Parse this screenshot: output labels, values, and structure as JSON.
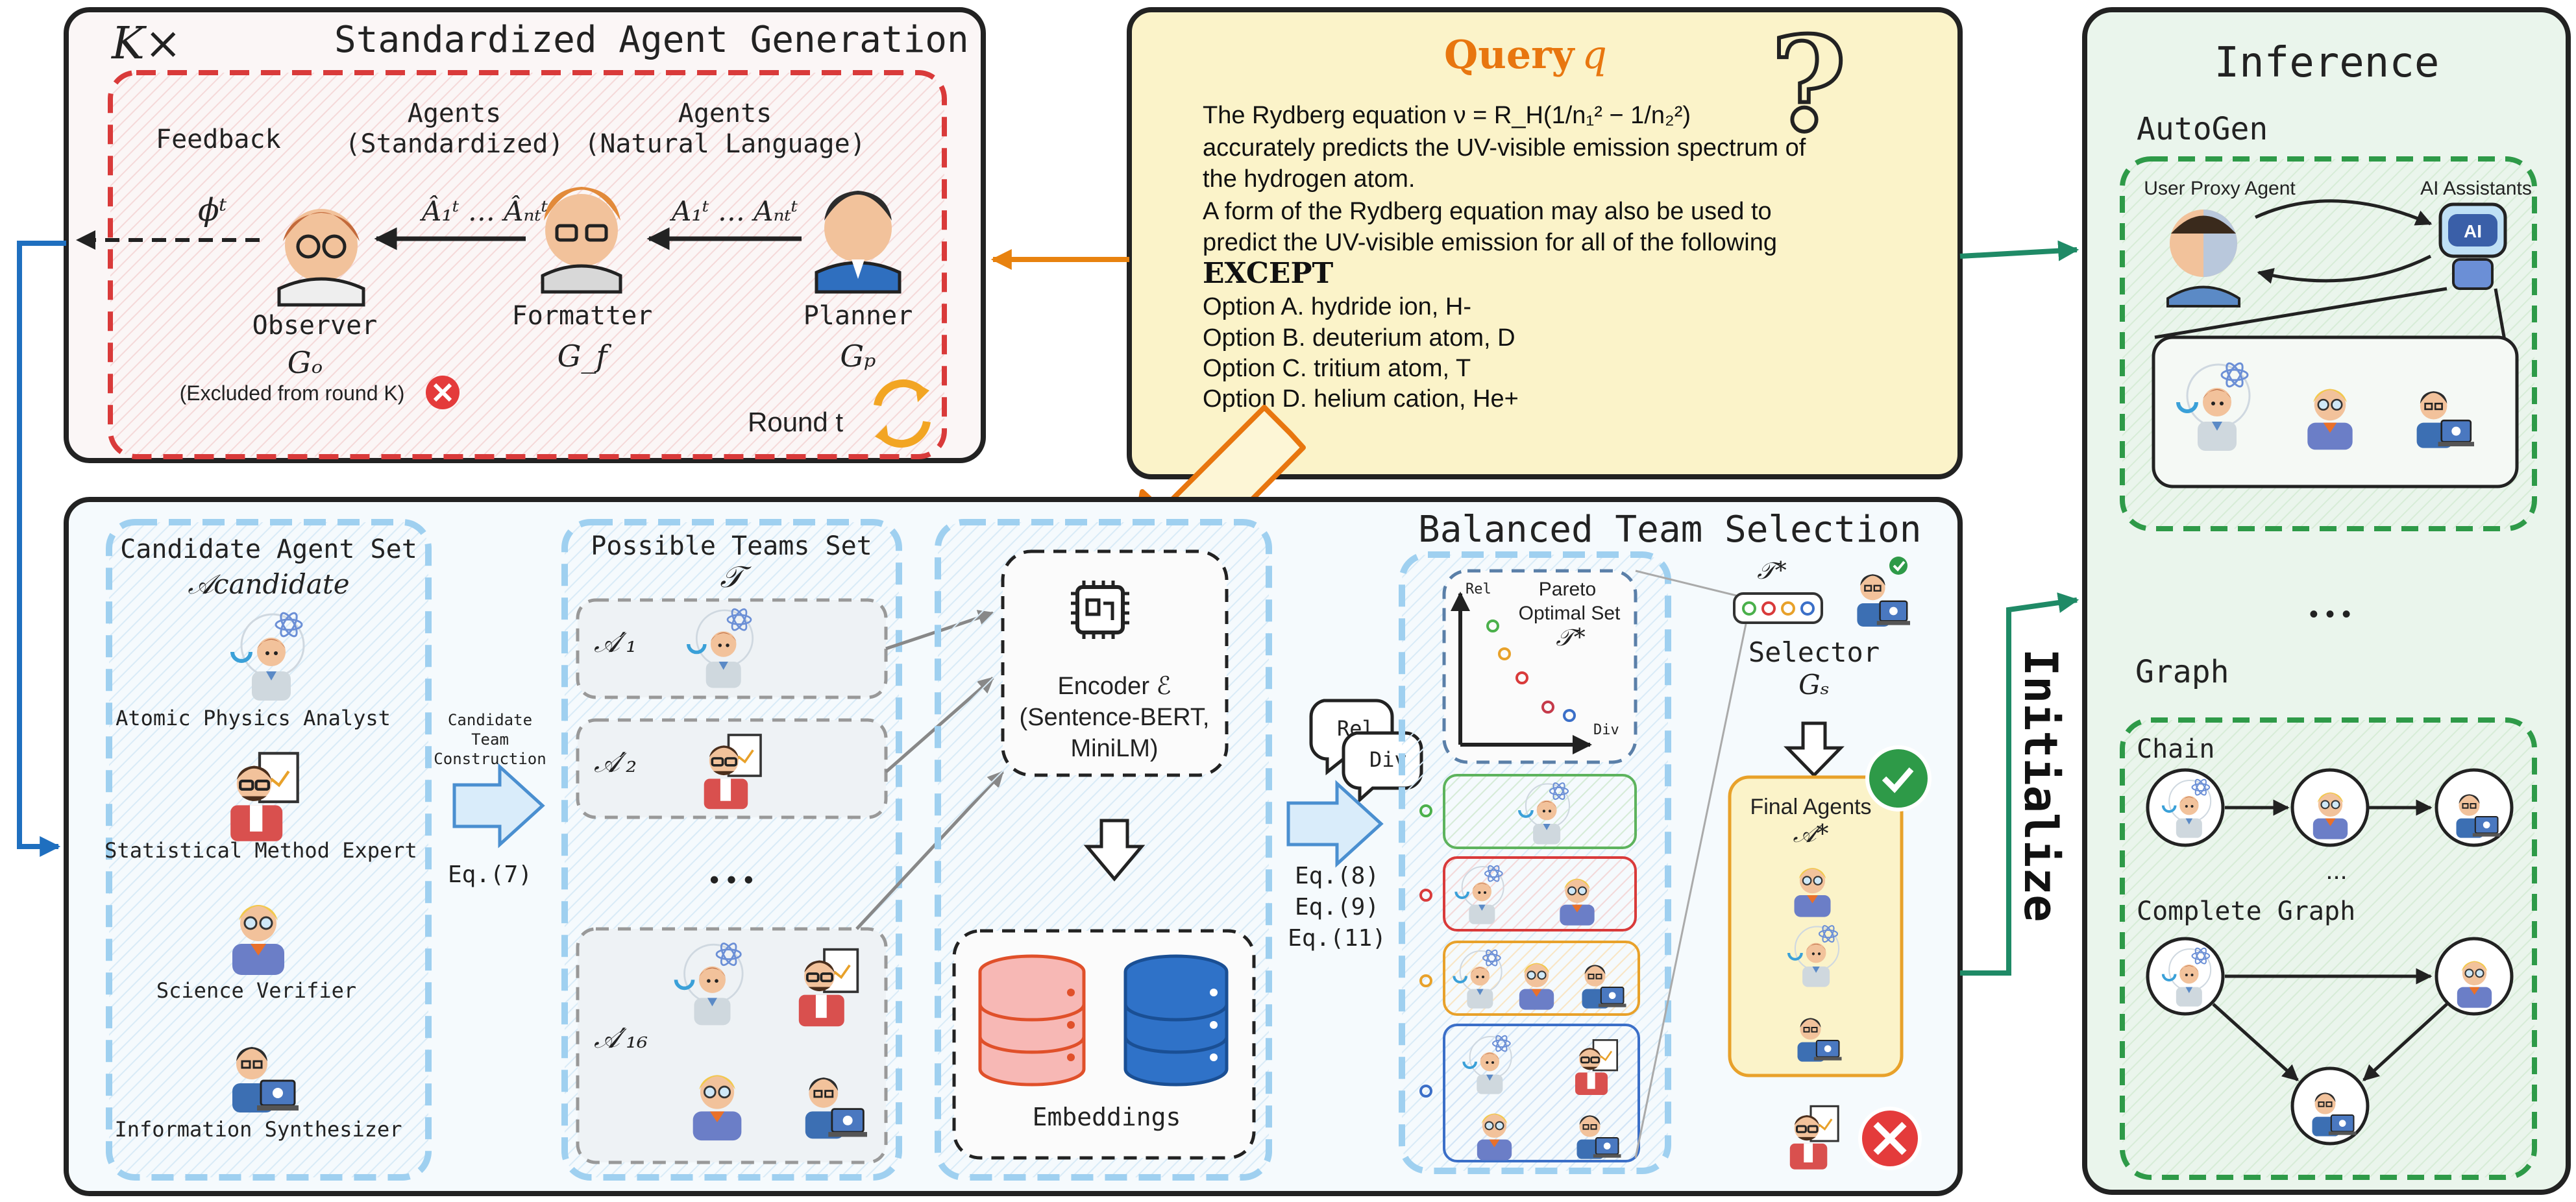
{
  "top_panel": {
    "k_label": "K×",
    "title": "Standardized Agent Generation",
    "feedback": "Feedback",
    "phi": "ϕᵗ",
    "agents_std_line1": "Agents",
    "agents_std_line2": "(Standardized)",
    "agents_nl_line1": "Agents",
    "agents_nl_line2": "(Natural Language)",
    "arrow_std": "Â₁ᵗ … Âₙₜᵗ",
    "arrow_nl": "A₁ᵗ … Aₙₜᵗ",
    "observer": "Observer",
    "observer_g": "Gₒ",
    "observer_note": "(Excluded from round K)",
    "formatter": "Formatter",
    "formatter_g": "G_f",
    "planner": "Planner",
    "planner_g": "Gₚ",
    "round": "Round t"
  },
  "query": {
    "title": "Query",
    "title_var": "q",
    "line1": "The Rydberg equation ν = R_H(1/n₁² − 1/n₂²)",
    "line2": "accurately predicts the UV-visible emission spectrum of",
    "line3": "the hydrogen atom.",
    "line4": "A form of the Rydberg equation may also be used to",
    "line5": "predict the UV-visible emission for all of the following",
    "except": "EXCEPT",
    "options": [
      "Option A. hydride ion, H-",
      "Option B. deuterium atom, D",
      "Option C. tritium atom, T",
      "Option D. helium cation, He+"
    ]
  },
  "bottom_panel": {
    "title": "Balanced Team Selection",
    "candidate_title": "Candidate Agent Set",
    "candidate_symbol": "𝒜candidate",
    "agents": [
      "Atomic Physics Analyst",
      "Statistical Method Expert",
      "Science Verifier",
      "Information Synthesizer"
    ],
    "construction_line1": "Candidate",
    "construction_line2": "Team",
    "construction_line3": "Construction",
    "eq7": "Eq.(7)",
    "teams_title": "Possible Teams Set",
    "teams_symbol": "𝒯",
    "team1": "𝒜′₁",
    "team2": "𝒜′₂",
    "team_dots": "• • •",
    "team16": "𝒜′₁₆",
    "encoder_line1": "Encoder ℰ",
    "encoder_line2": "(Sentence-BERT,",
    "encoder_line3": "MiniLM)",
    "embeddings": "Embeddings",
    "rel": "Rel",
    "div": "Div",
    "eq8": "Eq.(8)",
    "eq9": "Eq.(9)",
    "eq11": "Eq.(11)",
    "pareto_rel": "Rel",
    "pareto_div": "Div",
    "pareto_line1": "Pareto",
    "pareto_line2": "Optimal Set",
    "pareto_symbol": "𝒯*",
    "t_star": "𝒯*",
    "selector": "Selector",
    "selector_g": "Gₛ",
    "final_line1": "Final Agents",
    "final_symbol": "𝒜*"
  },
  "initialize": "Initialize",
  "inference": {
    "title": "Inference",
    "autogen": "AutoGen",
    "user_proxy": "User Proxy Agent",
    "ai_assistants": "AI Assistants",
    "ai_badge": "AI",
    "dots": "• • •",
    "graph": "Graph",
    "chain": "Chain",
    "chain_dots": "...",
    "complete": "Complete Graph"
  },
  "colors": {
    "red_dash": "#d93a3a",
    "blue_dash": "#9fd0f0",
    "green_dash": "#2e9a48",
    "orange": "#e8820f",
    "blue_arrow": "#1f6fbf",
    "teal_arrow": "#1f8a66",
    "query_bg": "#fbf3c9",
    "inference_bg": "#eaf5ec"
  }
}
